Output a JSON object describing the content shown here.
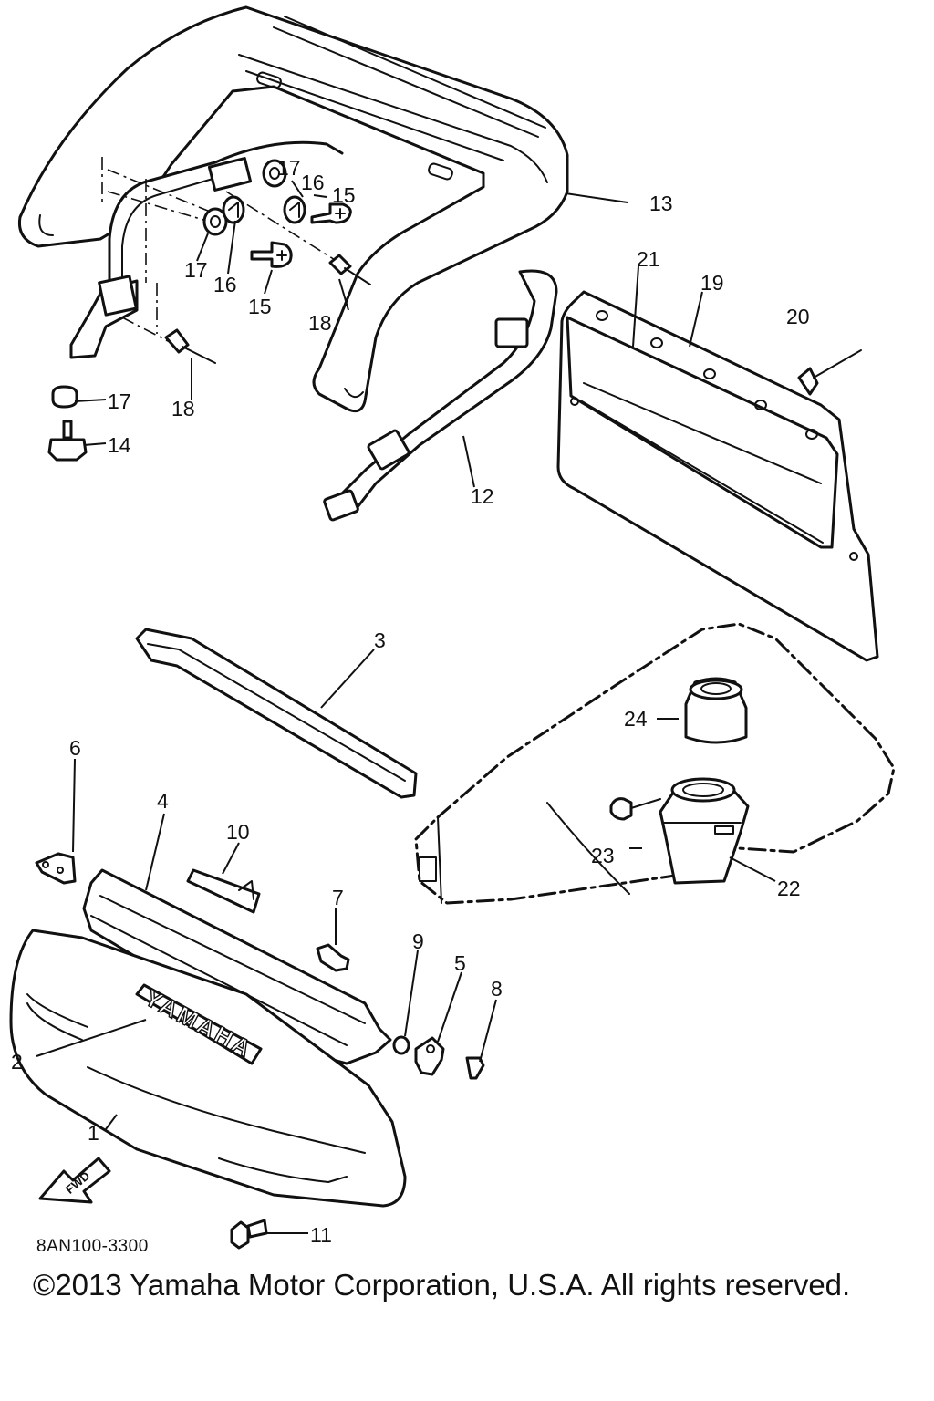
{
  "diagram": {
    "code": "8AN100-3300",
    "copyright": "©2013 Yamaha Motor Corporation, U.S.A. All rights reserved.",
    "logo_text": "YAMAHA",
    "fwd_text": "FWD",
    "callouts": {
      "c1": "1",
      "c2": "2",
      "c3": "3",
      "c4": "4",
      "c5": "5",
      "c6": "6",
      "c7": "7",
      "c8": "8",
      "c9": "9",
      "c10": "10",
      "c11": "11",
      "c12": "12",
      "c13": "13",
      "c14": "14",
      "c15a": "15",
      "c15b": "15",
      "c16a": "16",
      "c16b": "16",
      "c17a": "17",
      "c17b": "17",
      "c17c": "17",
      "c18a": "18",
      "c18b": "18",
      "c19": "19",
      "c20": "20",
      "c21": "21",
      "c22": "22",
      "c23": "23",
      "c24": "24"
    }
  }
}
